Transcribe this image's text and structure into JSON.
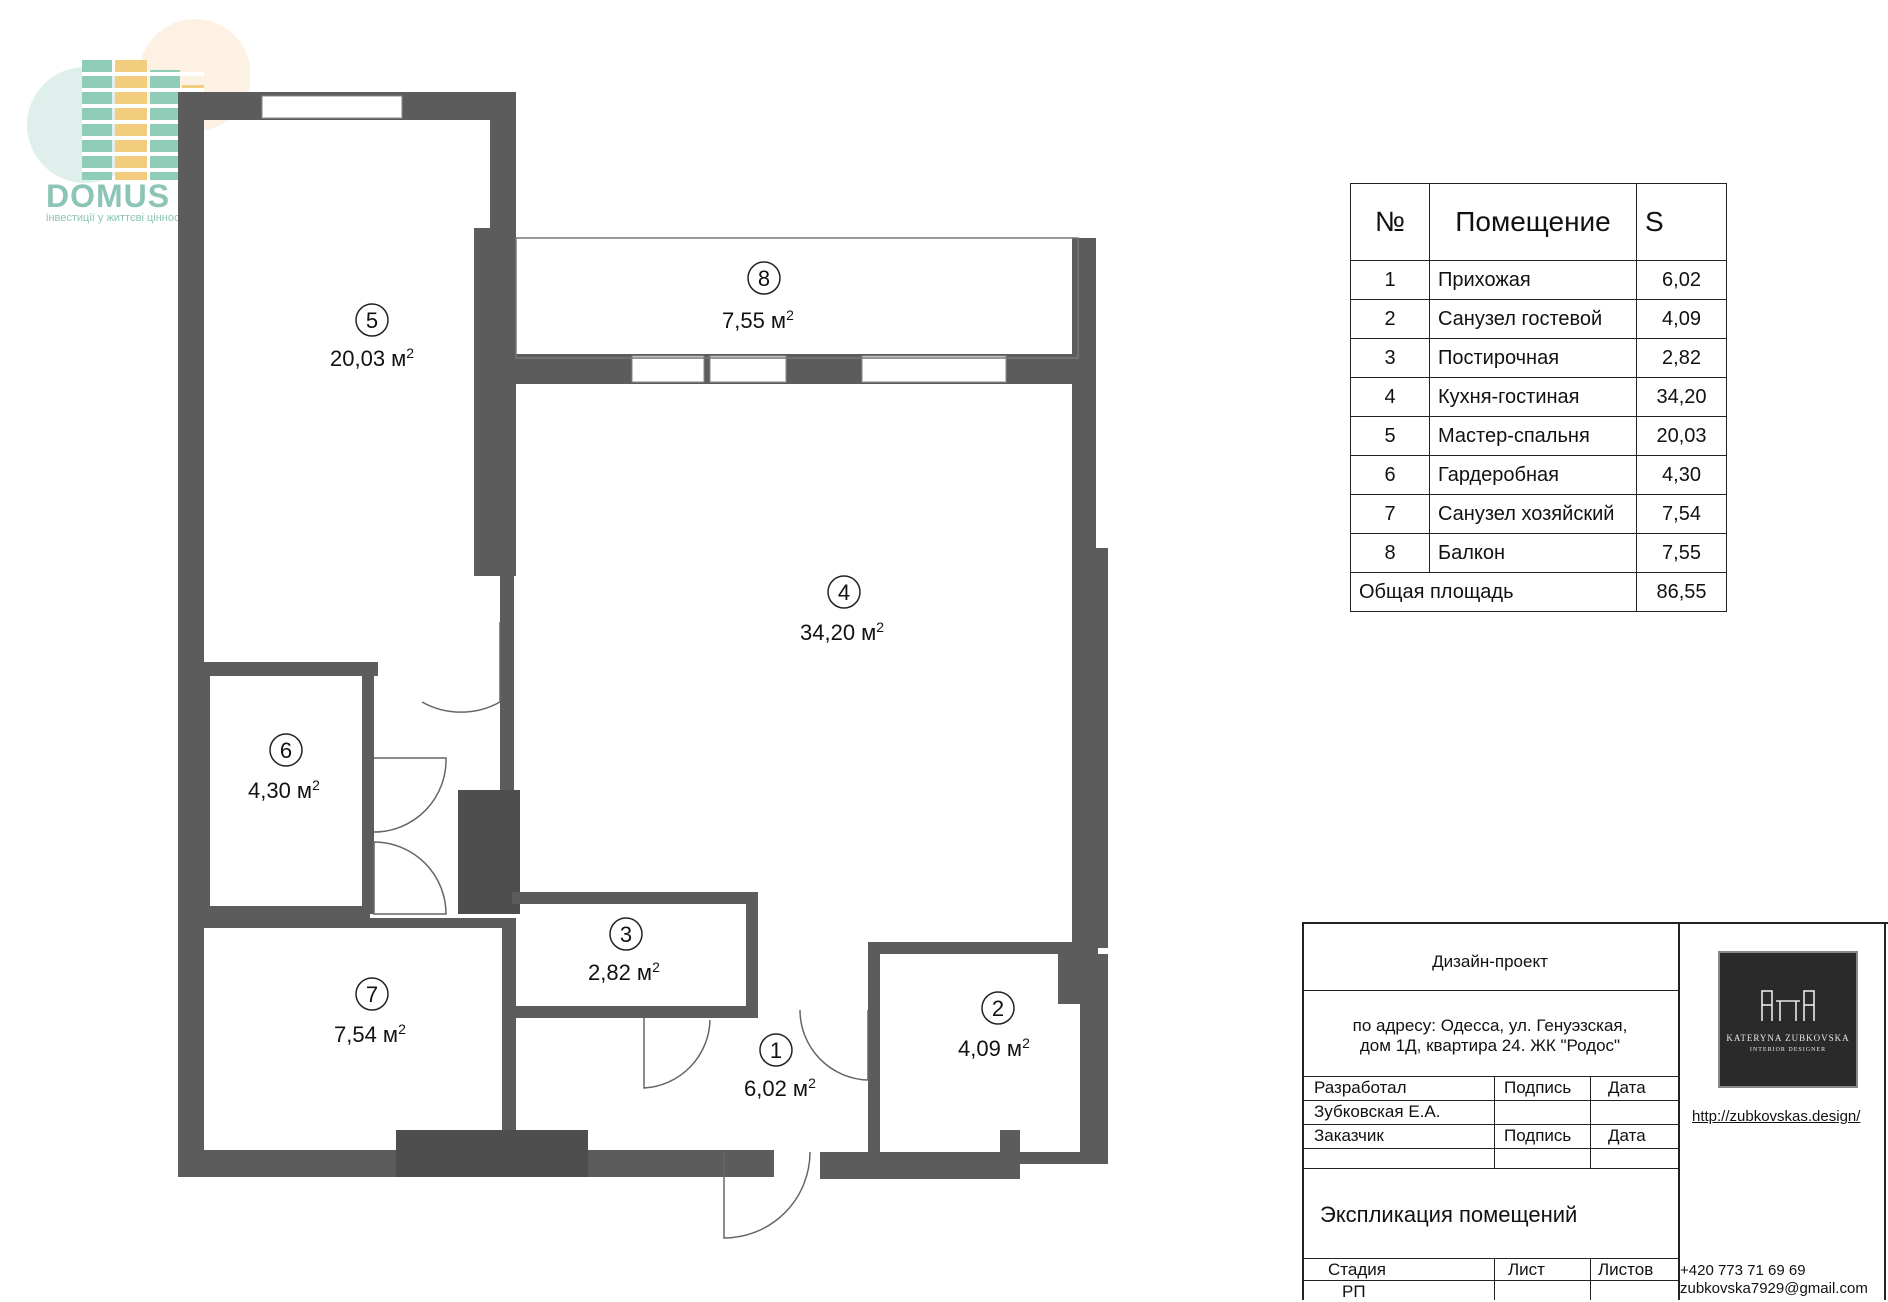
{
  "brand": {
    "name": "DOMUS",
    "tagline": "інвестиції у життєві цінності"
  },
  "rooms": [
    {
      "num": "1",
      "area": "6,02 м",
      "unit_sup": "2"
    },
    {
      "num": "2",
      "area": "4,09 м",
      "unit_sup": "2"
    },
    {
      "num": "3",
      "area": "2,82 м",
      "unit_sup": "2"
    },
    {
      "num": "4",
      "area": "34,20 м",
      "unit_sup": "2"
    },
    {
      "num": "5",
      "area": "20,03 м",
      "unit_sup": "2"
    },
    {
      "num": "6",
      "area": "4,30 м",
      "unit_sup": "2"
    },
    {
      "num": "7",
      "area": "7,54 м",
      "unit_sup": "2"
    },
    {
      "num": "8",
      "area": "7,55 м",
      "unit_sup": "2"
    }
  ],
  "table": {
    "headers": [
      "№",
      "Помещение",
      "S"
    ],
    "rows": [
      {
        "num": "1",
        "name": "Прихожая",
        "area": "6,02"
      },
      {
        "num": "2",
        "name": "Санузел гостевой",
        "area": "4,09"
      },
      {
        "num": "3",
        "name": "Постирочная",
        "area": "2,82"
      },
      {
        "num": "4",
        "name": "Кухня-гостиная",
        "area": "34,20"
      },
      {
        "num": "5",
        "name": "Мастер-спальня",
        "area": "20,03"
      },
      {
        "num": "6",
        "name": "Гардеробная",
        "area": "4,30"
      },
      {
        "num": "7",
        "name": "Санузел хозяйский",
        "area": "7,54"
      },
      {
        "num": "8",
        "name": "Балкон",
        "area": "7,55"
      }
    ],
    "total_label": "Общая площадь",
    "total_value": "86,55"
  },
  "titleblock": {
    "project": "Дизайн-проект",
    "address_line1": "по адресу: Одесса, ул. Генуэзская,",
    "address_line2": "дом 1Д, квартира 24. ЖК \"Родос\"",
    "developed": "Разработал",
    "signature": "Подпись",
    "date": "Дата",
    "developer_name": "Зубковская Е.А.",
    "customer": "Заказчик",
    "signature2": "Подпись",
    "date2": "Дата",
    "sheet_title": "Экспликация помещений",
    "stage": "Стадия",
    "sheet": "Лист",
    "sheets": "Листов",
    "stage_value": "РП",
    "logo_line1": "KATERYNA ZUBKOVSKA",
    "logo_line2": "INTERIOR DESIGNER",
    "website": "http://zubkovskas.design/",
    "phone": "+420 773 71 69 69",
    "email": "zubkovska7929@gmail.com"
  }
}
